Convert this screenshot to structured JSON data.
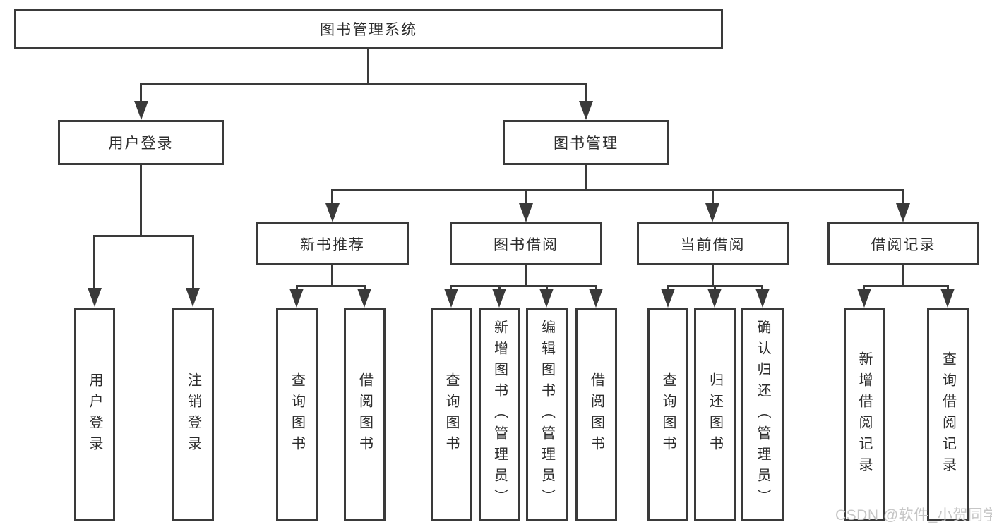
{
  "nodes": {
    "root": "图书管理系统",
    "user_login": "用户登录",
    "book_mgmt": "图书管理",
    "new_books": "新书推荐",
    "book_borrow": "图书借阅",
    "current_borrow": "当前借阅",
    "borrow_records": "借阅记录",
    "leaf_user_login": "用户登录",
    "leaf_logout": "注销登录",
    "nb_query": "查询图书",
    "nb_borrow": "借阅图书",
    "bb_query": "查询图书",
    "bb_add": "新增图书（管理员）",
    "bb_edit": "编辑图书（管理员）",
    "bb_borrow": "借阅图书",
    "cb_query": "查询图书",
    "cb_return": "归还图书",
    "cb_confirm": "确认归还（管理员）",
    "br_add": "新增借阅记录",
    "br_query": "查询借阅记录"
  },
  "watermark": "CSDN @软件_小贺同学",
  "colors": {
    "line": "#3a3a3a",
    "text": "#2d2d2d",
    "watermark": "#c6c6c6",
    "background": "#ffffff"
  }
}
